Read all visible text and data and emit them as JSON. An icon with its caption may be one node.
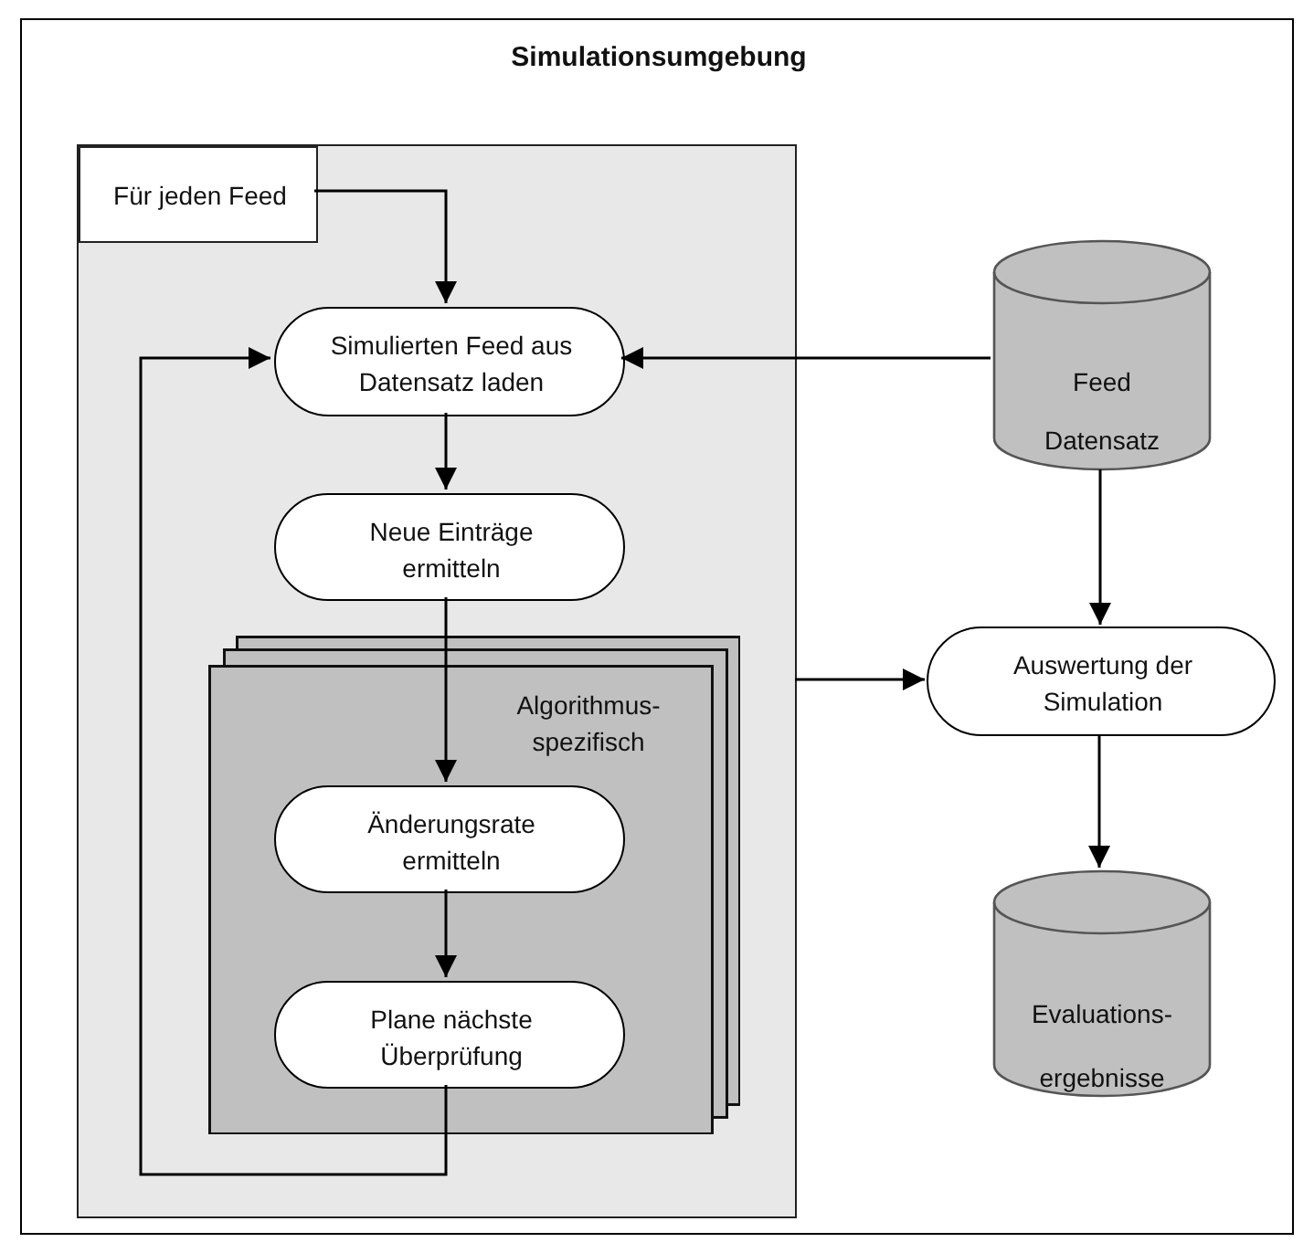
{
  "diagram": {
    "nodes": [
      {
        "text": [
          "Simulationsumgebung"
        ]
      },
      {
        "text": [],
        "shape": "box",
        "in": 0
      },
      {
        "text": [
          "Für jeden Feed"
        ],
        "in": 1
      },
      {
        "text": [
          "Simulierten Feed aus Datensatz laden"
        ],
        "in": 1
      },
      {
        "text": [
          "Neue Einträge ermitteln"
        ],
        "in": 1
      },
      {
        "text": [
          "Algorithmus- spezifisch"
        ],
        "in": 1
      },
      {
        "text": [
          "Änderungsrate ermitteln"
        ],
        "in": 5
      },
      {
        "text": [
          "Plane nächste Überprüfung"
        ],
        "in": 5
      },
      {
        "text": [
          "Feed Datensatz"
        ],
        "in": 0
      },
      {
        "text": [
          "Auswertung der Simulation"
        ],
        "in": 0
      },
      {
        "text": [
          "Evaluations- ergebnisse"
        ],
        "in": 0
      }
    ],
    "edges": [
      {
        "from": 2,
        "to": 3,
        "arrow": "to"
      },
      {
        "from": 8,
        "to": 3,
        "arrow": "to"
      },
      {
        "from": 3,
        "to": 4,
        "arrow": "to"
      },
      {
        "from": 4,
        "to": 6,
        "arrow": "to"
      },
      {
        "from": 6,
        "to": 7,
        "arrow": "to"
      },
      {
        "from": 7,
        "to": 3,
        "arrow": "to"
      },
      {
        "from": 1,
        "to": 9,
        "arrow": "to"
      },
      {
        "from": 8,
        "to": 9,
        "arrow": "to"
      },
      {
        "from": 9,
        "to": 10,
        "arrow": "to"
      }
    ]
  }
}
